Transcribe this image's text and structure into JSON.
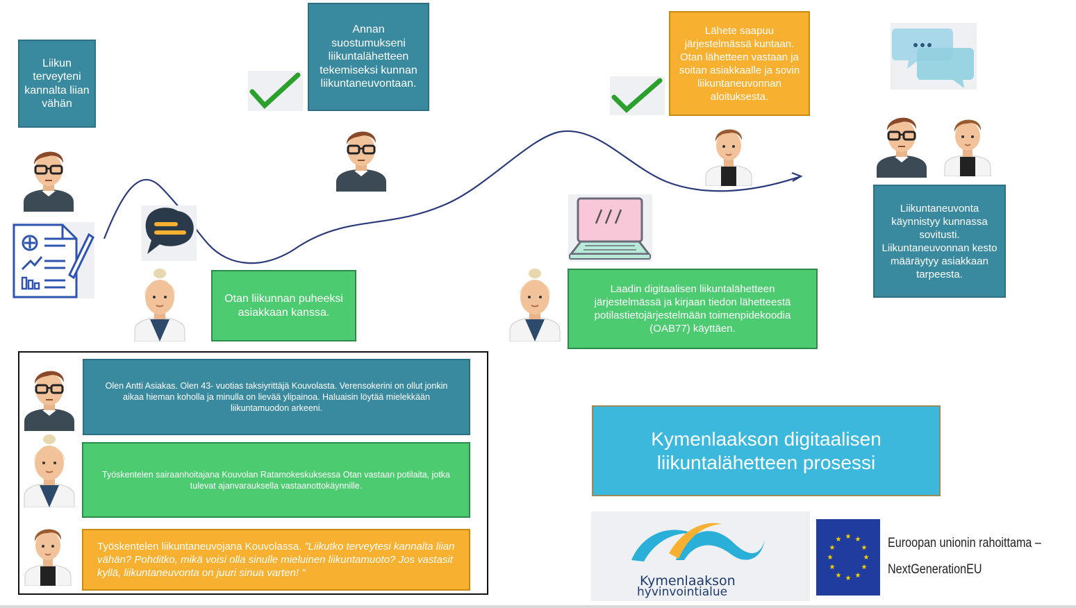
{
  "steps": {
    "s1": "Liikun terveyteni kannalta liian vähän",
    "s2": "Annan suostumukseni liikuntalähetteen tekemiseksi kunnan liikuntaneuvontaan.",
    "s3": "Otan liikunnan puheeksi asiakkaan kanssa.",
    "s4": "Laadin digitaalisen liikuntalähetteen järjestelmässä ja kirjaan  tiedon lähetteestä potilastietojärjestelmään toimenpidekoodia (OAB77) käyttäen.",
    "s5": "Lähete saapuu järjestelmässä kuntaan. Otan lähetteen vastaan ja soitan asiakkaalle  ja sovin liikuntaneuvonnan aloituksesta.",
    "s6": "Liikuntaneuvonta käynnistyy kunnassa sovitusti. Liikuntaneuvonnan kesto määräytyy asiakkaan tarpeesta."
  },
  "personas": {
    "customer": "Olen Antti Asiakas. Olen 43- vuotias taksiyrittäjä Kouvolasta. Verensokerini on ollut jonkin aikaa hieman koholla ja minulla on lievää ylipainoa. Haluaisin löytää mielekkään liikuntamuodon arkeeni.",
    "nurse": "Työskentelen sairaanhoitajana Kouvolan Ratamokeskuksessa Otan vastaan potilaita, jotka tulevat ajanvarauksella vastaanottokäynnille.",
    "advisor_intro": "Työskentelen liikuntaneuvojana Kouvolassa. ",
    "advisor_quote": "”Liikutko terveytesi kannalta liian vähän? Pohditko, mikä voisi olla sinulle mieluinen liikuntamuoto? Jos vastasit kyllä, liikuntaneuvonta on juuri sinua varten! ”"
  },
  "title": "Kymenlaakson digitaalisen liikuntalähetteen prosessi",
  "logos": {
    "kymenlaakso_line1": "Kymenlaakson",
    "kymenlaakso_line2": "hyvinvointialue",
    "eu_text_line1": "Euroopan unionin rahoittama –",
    "eu_text_line2": "NextGenerationEU"
  },
  "colors": {
    "teal": "#3a8a9f",
    "green": "#4dcb70",
    "orange": "#f7b030",
    "cyan": "#3bb8dc",
    "navy": "#2a3a7a"
  },
  "icons": [
    "document-icon",
    "speech-bubble-icon",
    "check-icon",
    "laptop-icon",
    "chat-bubbles-icon",
    "eu-flag-icon"
  ]
}
